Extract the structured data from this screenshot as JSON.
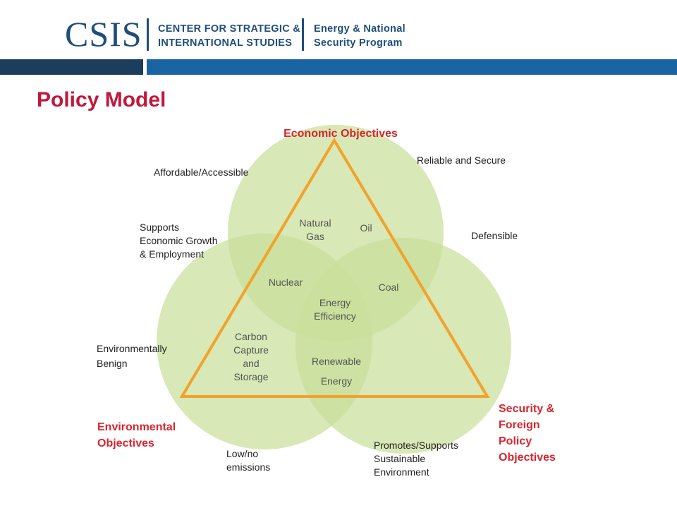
{
  "header": {
    "logo": "CSIS",
    "org_line1": "CENTER FOR STRATEGIC &",
    "org_line2": "INTERNATIONAL STUDIES",
    "program_line1": "Energy & National",
    "program_line2": "Security Program",
    "colors": {
      "brand_blue": "#1f4e79",
      "bar_dark": "#1d3d5d",
      "bar_light": "#1b64a4"
    }
  },
  "title": "Policy Model",
  "diagram": {
    "colors": {
      "circle_fill": "#c9df9a",
      "triangle_stroke": "#f2a22b",
      "objective_red": "#d8262f"
    },
    "objectives": {
      "economic": "Economic Objectives",
      "environmental": [
        "Environmental",
        "Objectives"
      ],
      "security": [
        "Security &",
        "Foreign",
        "Policy",
        "Objectives"
      ]
    },
    "attributes": {
      "affordable": "Affordable/Accessible",
      "reliable": "Reliable and Secure",
      "supports_growth": [
        "Supports",
        "Economic Growth",
        "& Employment"
      ],
      "defensible": "Defensible",
      "env_benign": [
        "Environmentally",
        "Benign"
      ],
      "low_emissions": [
        "Low/no",
        "emissions"
      ],
      "promotes": [
        "Promotes/Supports",
        "Sustainable",
        "Environment"
      ]
    },
    "energy_sources": {
      "natural_gas": [
        "Natural",
        "Gas"
      ],
      "oil": "Oil",
      "nuclear": "Nuclear",
      "coal": "Coal",
      "efficiency": [
        "Energy",
        "Efficiency"
      ],
      "ccs": [
        "Carbon",
        "Capture",
        "and",
        "Storage"
      ],
      "renewable": [
        "Renewable",
        "Energy"
      ]
    }
  }
}
